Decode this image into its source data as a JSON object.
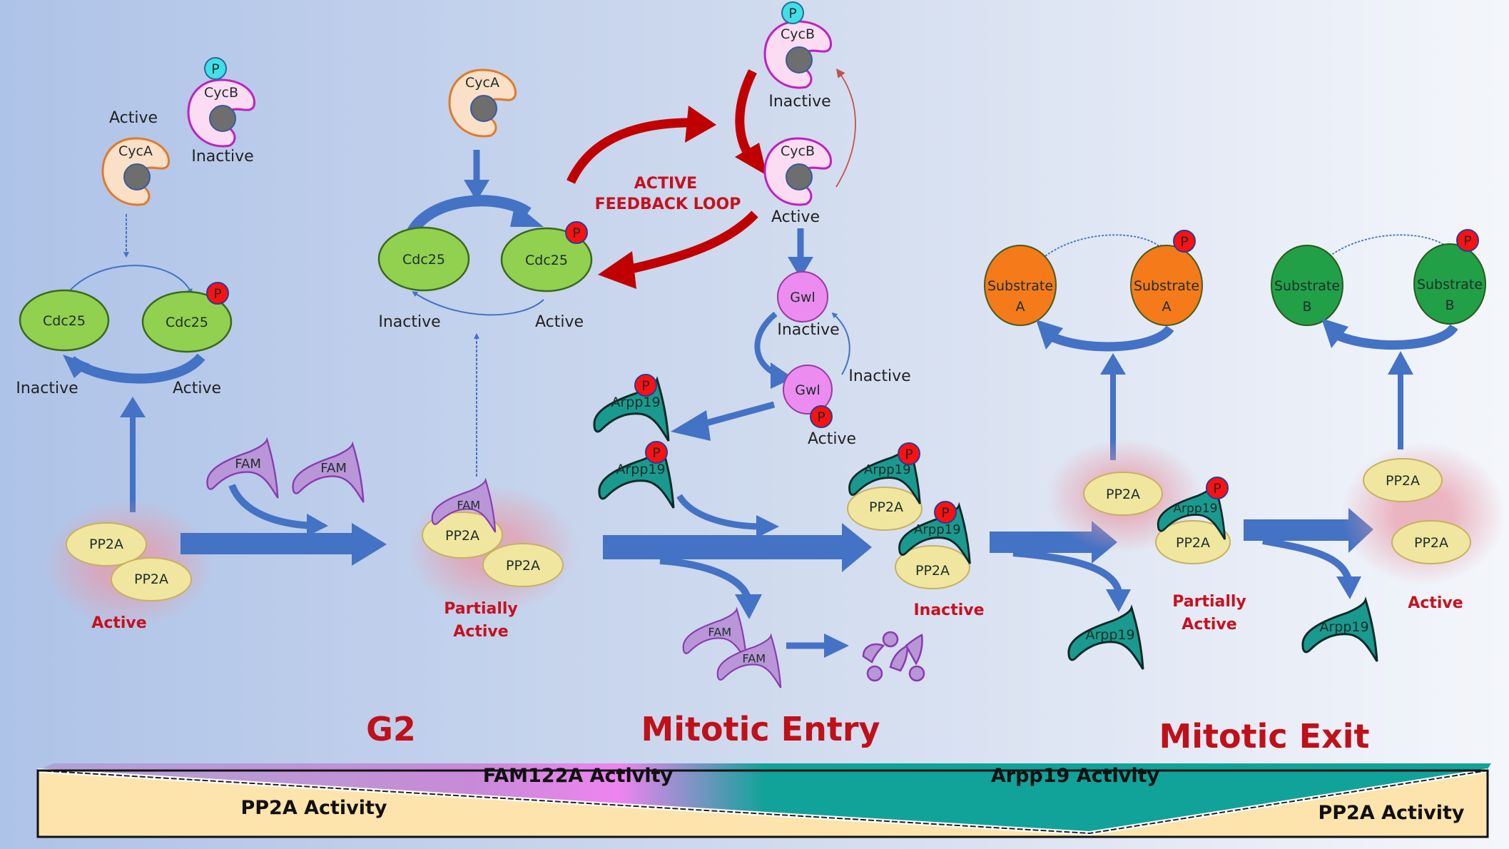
{
  "colors": {
    "background_left": "#aec3e8",
    "background_right": "#f3f5fa",
    "arrow_blue": "#4472c4",
    "feedback_red": "#c00000",
    "cdc25_green": "#92d050",
    "cyca_fill": "#fbe0c8",
    "cyca_stroke": "#e07a2a",
    "cycb_fill": "#fcdcf2",
    "cycb_stroke": "#c020c0",
    "gwl_fill": "#ec8cf0",
    "pp2a_fill": "#f0e6a0",
    "arpp19_fill": "#1a9a8e",
    "fam_fill": "#b896d8",
    "substrate_a": "#f57a1a",
    "substrate_b": "#22a048",
    "phospho_red": "#ff1010",
    "phospho_cyan": "#40e0e8",
    "pp2a_bar": "#fde4ad",
    "arpp19_bar": "#11a39a",
    "fam122a_bar": "#e882ea"
  },
  "g2_panel": {
    "cyca_label": "CycA",
    "cyca_state": "Active",
    "cycb_label": "CycB",
    "cycb_state": "Inactive",
    "phospho": "P",
    "cdc25_left": "Cdc25",
    "cdc25_right": "Cdc25",
    "cdc25_left_state": "Inactive",
    "cdc25_right_state": "Active",
    "pp2a_1": "PP2A",
    "pp2a_2": "PP2A",
    "pp2a_state": "Active",
    "fam_1": "FAM",
    "fam_2": "FAM"
  },
  "partial_panel": {
    "cyca_label": "CycA",
    "cdc25_left": "Cdc25",
    "cdc25_right": "Cdc25",
    "cdc25_left_state": "Inactive",
    "cdc25_right_state": "Active",
    "fam": "FAM",
    "pp2a_1": "PP2A",
    "pp2a_2": "PP2A",
    "state_line1": "Partially",
    "state_line2": "Active"
  },
  "feedback": {
    "line1": "ACTIVE",
    "line2": "FEEDBACK LOOP",
    "cycb_top": "CycB",
    "cycb_top_state": "Inactive",
    "cycb_bottom": "CycB",
    "cycb_bottom_state": "Active"
  },
  "gwl": {
    "top_label": "Gwl",
    "top_state": "Inactive",
    "bottom_label": "Gwl",
    "side_state": "Inactive",
    "bottom_state": "Active"
  },
  "entry_panel": {
    "arpp19_1": "Arpp19",
    "arpp19_2": "Arpp19",
    "fam_1": "FAM",
    "fam_2": "FAM",
    "complex_arpp19_1": "Arpp19",
    "complex_pp2a_1": "PP2A",
    "complex_arpp19_2": "Arpp19",
    "complex_pp2a_2": "PP2A",
    "state": "Inactive"
  },
  "exit_panel": {
    "substrate_a": "Substrate",
    "substrate_a_letter": "A",
    "substrate_b": "Substrate",
    "substrate_b_letter": "B",
    "pp2a_free": "PP2A",
    "complex_arpp19": "Arpp19",
    "complex_pp2a": "PP2A",
    "released_arpp19_1": "Arpp19",
    "released_arpp19_2": "Arpp19",
    "partial_line1": "Partially",
    "partial_line2": "Active",
    "pp2a_active_1": "PP2A",
    "pp2a_active_2": "PP2A",
    "active_state": "Active"
  },
  "phases": {
    "g2": "G2",
    "entry": "Mitotic Entry",
    "exit": "Mitotic Exit"
  },
  "activity_bar": {
    "fam122a": "FAM122A Activity",
    "arpp19": "Arpp19 Activity",
    "pp2a_left": "PP2A Activity",
    "pp2a_right": "PP2A Activity"
  }
}
